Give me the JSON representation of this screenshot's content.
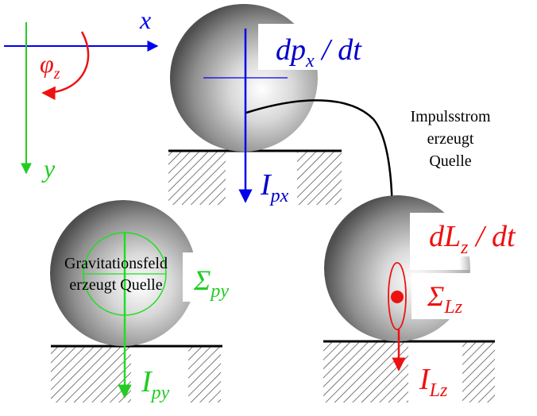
{
  "colors": {
    "axis": "#0000ee",
    "y_axis": "#22cc22",
    "rotation": "#ee1111",
    "momentum": "#0000cc",
    "angular": "#ee1111",
    "gravity": "#22dd22",
    "ink": "#000000"
  },
  "axes": {
    "x": {
      "base": "x"
    },
    "y": {
      "base": "y"
    },
    "phi": {
      "base": "φ",
      "sub": "z"
    }
  },
  "sphere_top": {
    "rate": {
      "pre": "dp",
      "sub": "x",
      "post": " / dt"
    },
    "current": {
      "base": "I",
      "sub": "px"
    }
  },
  "sphere_left": {
    "field_label_line1": "Gravitationsfeld",
    "field_label_line2": "erzeugt Quelle",
    "source": {
      "base": "Σ",
      "sub": "py"
    },
    "current": {
      "base": "I",
      "sub": "py"
    }
  },
  "sphere_right": {
    "rate": {
      "pre": "dL",
      "sub": "z",
      "post": " / dt"
    },
    "source": {
      "base": "Σ",
      "sub": "Lz"
    },
    "current": {
      "base": "I",
      "sub": "Lz"
    }
  },
  "flow_note": {
    "line1": "Impulsstrom",
    "line2": "erzeugt",
    "line3": "Quelle"
  }
}
